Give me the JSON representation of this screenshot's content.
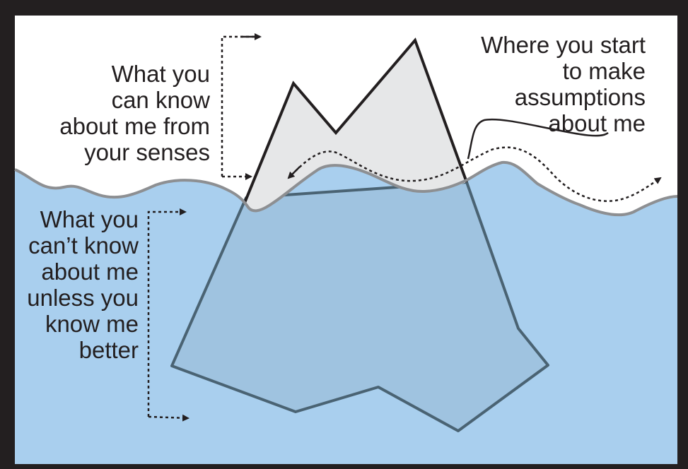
{
  "labels": {
    "above_water": [
      "What you",
      "can know",
      "about me from",
      "your senses"
    ],
    "assumptions": [
      "Where you start",
      "to make",
      "assumptions",
      "about me"
    ],
    "below_water": [
      "What you",
      "can’t know",
      "about me",
      "unless you",
      "know me",
      "better"
    ]
  },
  "colors": {
    "frame": "#231f20",
    "sky": "#ffffff",
    "water": "#a9cfee",
    "waterline": "#8d8f92",
    "ice_above": "#e6e7e8",
    "ice_below": "#9fc3e0",
    "ice_below_stroke": "#4a6373",
    "outline": "#231f20"
  }
}
